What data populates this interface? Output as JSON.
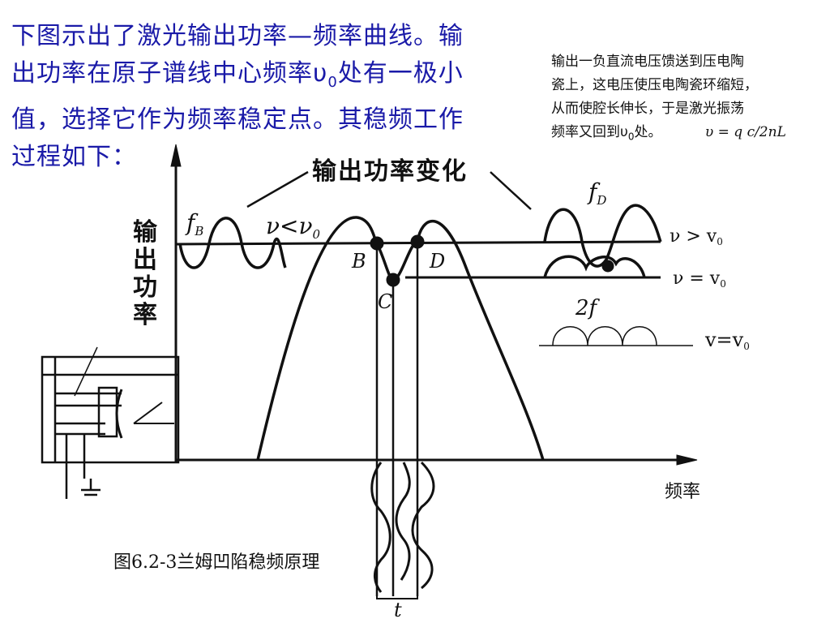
{
  "intro": {
    "l1": "下图示出了激光输出功率—频率曲线。输",
    "l2a": "出功率在原子谱线中心频率υ",
    "l2sub": "0",
    "l2b": "处有一极小",
    "l3": "值，选择它作为频率稳定点。其稳频工作",
    "l4": "过程如下："
  },
  "note": {
    "l1": "输出一负直流电压馈送到压电陶",
    "l2": "瓷上，这电压使压电陶瓷环缩短，",
    "l3": "从而使腔长伸长，于是激光振荡",
    "l4a": "频率又回到υ",
    "l4sub": "0",
    "l4b": "处。",
    "formula": "υ = q c/2nL"
  },
  "diagram": {
    "header": "输出功率变化",
    "y_label": "输出功率",
    "x_label": "频率",
    "fB": "f",
    "fB_sub": "B",
    "fD": "f",
    "fD_sub": "D",
    "nu_lt": "ν<ν",
    "nu_lt_sub": "0",
    "B": "B",
    "C": "C",
    "D": "D",
    "t": "t",
    "nu_gt": "ν > v",
    "nu_gt_sub": "0",
    "nu_eq": "ν = v",
    "nu_eq_sub": "0",
    "two_f": "2f",
    "v_eq": "v=v",
    "v_eq_sub": "0"
  },
  "caption": "图6.2-3兰姆凹陷稳频原理"
}
